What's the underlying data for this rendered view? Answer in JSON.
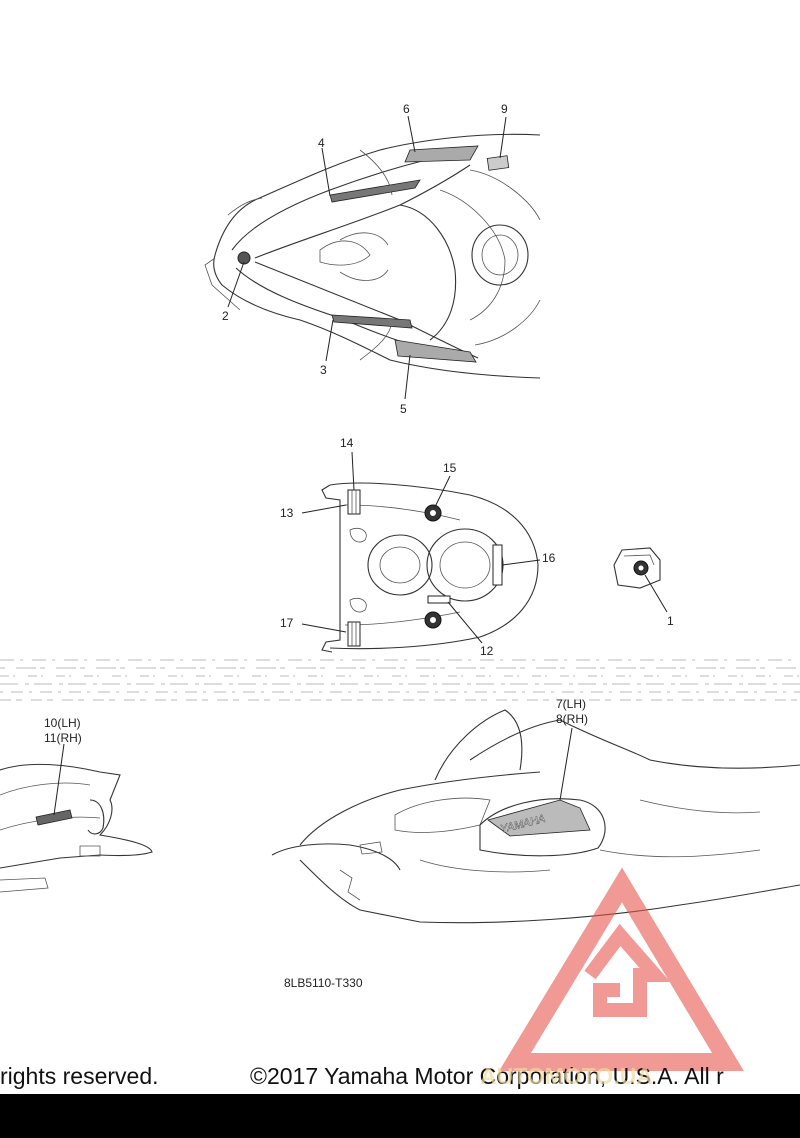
{
  "callouts": {
    "c1": "1",
    "c2": "2",
    "c3": "3",
    "c4": "4",
    "c5": "5",
    "c6": "6",
    "c9": "9",
    "c12": "12",
    "c13": "13",
    "c14": "14",
    "c15": "15",
    "c16": "16",
    "c17": "17",
    "c7_8_a": "7(LH)",
    "c7_8_b": "8(RH)",
    "c10_11_a": "10(LH)",
    "c10_11_b": "11(RH)"
  },
  "decal_text": "YAMAHA",
  "part_code": "8LB5110-T330",
  "footer": {
    "left": "rights reserved.",
    "right": "©2017 Yamaha Motor Corporation, U.S.A. All r"
  },
  "watermark": {
    "text": "AUTOMOTO.UA",
    "color": "#e8574f"
  },
  "colors": {
    "line": "#333333",
    "background": "#ffffff",
    "bar": "#000000"
  }
}
